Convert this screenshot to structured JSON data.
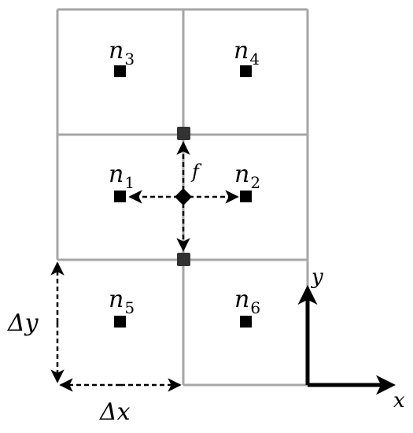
{
  "nodes": [
    {
      "id": "n1",
      "base": "n",
      "sub": "1"
    },
    {
      "id": "n2",
      "base": "n",
      "sub": "2"
    },
    {
      "id": "n3",
      "base": "n",
      "sub": "3"
    },
    {
      "id": "n4",
      "base": "n",
      "sub": "4"
    },
    {
      "id": "n5",
      "base": "n",
      "sub": "5"
    },
    {
      "id": "n6",
      "base": "n",
      "sub": "6"
    }
  ],
  "face_label": "f",
  "axes": {
    "x": "x",
    "y": "y"
  },
  "spacing": {
    "dx": "Δx",
    "dy": "Δy"
  },
  "colors": {
    "grid": "#a6a6a6",
    "marker": "#000000",
    "face_marker": "#333333",
    "arrow": "#000000"
  }
}
